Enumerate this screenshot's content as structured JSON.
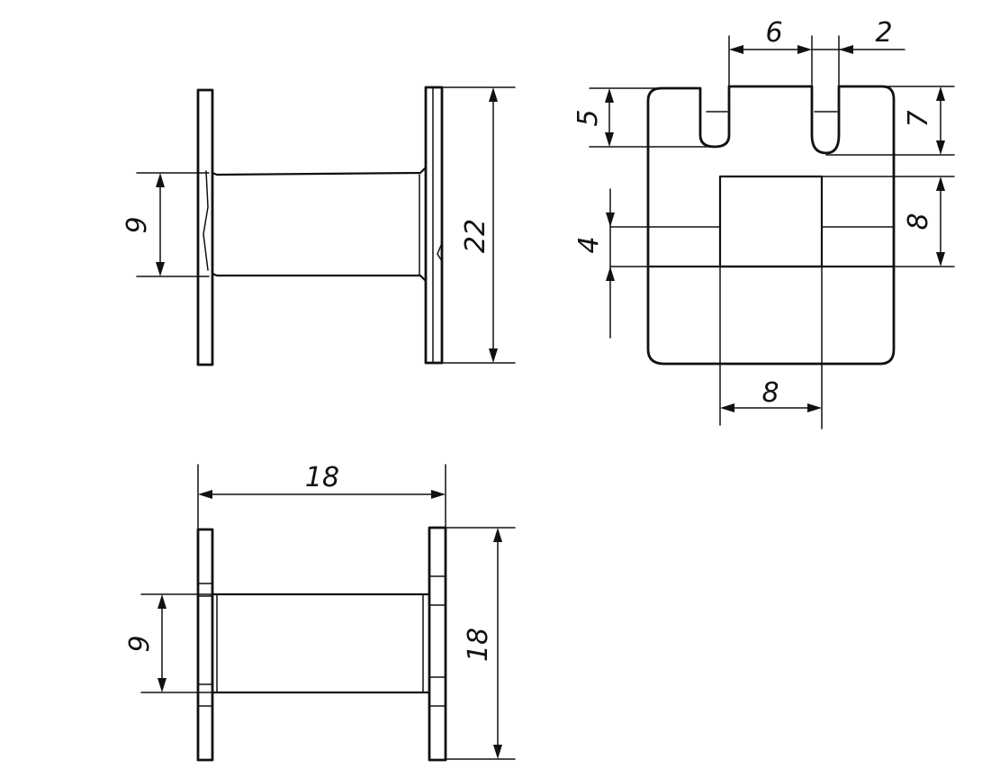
{
  "dimensions": {
    "top_left": {
      "hub_diameter": "9",
      "flange_height": "22"
    },
    "top_right": {
      "slot_spacing": "6",
      "slot_width": "2",
      "slot_depth_left": "5",
      "slot_depth_right": "7",
      "window_height": "8",
      "center_offset": "4",
      "window_width": "8"
    },
    "bottom_left": {
      "overall_length": "18",
      "hub_diameter": "9",
      "flange_height": "18"
    }
  }
}
